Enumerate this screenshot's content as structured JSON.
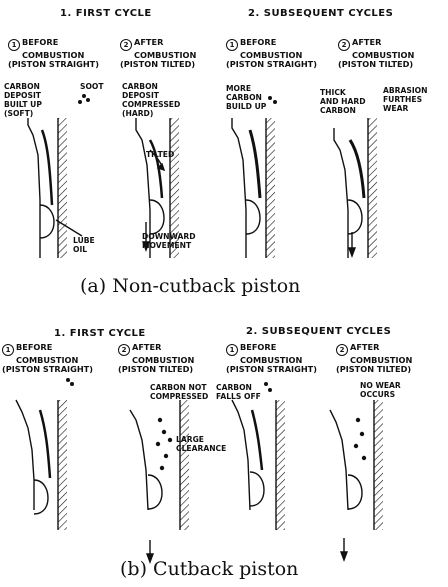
{
  "panel_a": {
    "first_cycle": "1. FIRST  CYCLE",
    "subsequent_cycles": "2. SUBSEQUENT CYCLES",
    "steps": [
      {
        "num": "1",
        "line1": "BEFORE",
        "line2": "COMBUSTION",
        "line3": "(PISTON STRAIGHT)"
      },
      {
        "num": "2",
        "line1": "AFTER",
        "line2": "COMBUSTION",
        "line3": "(PISTON TILTED)"
      },
      {
        "num": "1",
        "line1": "BEFORE",
        "line2": "COMBUSTION",
        "line3": "(PISTON STRAIGHT)"
      },
      {
        "num": "2",
        "line1": "AFTER",
        "line2": "COMBUSTION",
        "line3": "(PISTON TILTED)"
      }
    ],
    "labels": {
      "carbon_deposit": "CARBON\nDEPOSIT\nBUILT UP\n(SOFT)",
      "soot": "SOOT",
      "carbon_compressed": "CARBON\nDEPOSIT\nCOMPRESSED\n(HARD)",
      "tilted": "TILTED",
      "more_carbon": "MORE\nCARBON\nBUILD UP",
      "thick_hard": "THICK\nAND HARD\nCARBON",
      "abrasion": "ABRASION\nFURTHES\nWEAR",
      "lube_oil": "LUBE\nOIL",
      "downward": "DOWNWARD\nMOVEMENT"
    },
    "title": "(a)  Non-cutback piston"
  },
  "panel_b": {
    "first_cycle": "1. FIRST  CYCLE",
    "subsequent_cycles": "2. SUBSEQUENT CYCLES",
    "steps": [
      {
        "num": "1",
        "line1": "BEFORE",
        "line2": "COMBUSTION",
        "line3": "(PISTON STRAIGHT)"
      },
      {
        "num": "2",
        "line1": "AFTER",
        "line2": "COMBUSTION",
        "line3": "(PISTON TILTED)"
      },
      {
        "num": "1",
        "line1": "BEFORE",
        "line2": "COMBUSTION",
        "line3": "(PISTON STRAIGHT)"
      },
      {
        "num": "2",
        "line1": "AFTER",
        "line2": "COMBUSTION",
        "line3": "(PISTON TILTED)"
      }
    ],
    "labels": {
      "not_compressed": "CARBON NOT\nCOMPRESSED",
      "falls_off": "CARBON\nFALLS  OFF",
      "large_clearance": "LARGE\nCLEARANCE",
      "no_wear": "NO WEAR\nOCCURS"
    },
    "title": "(b)  Cutback piston"
  }
}
